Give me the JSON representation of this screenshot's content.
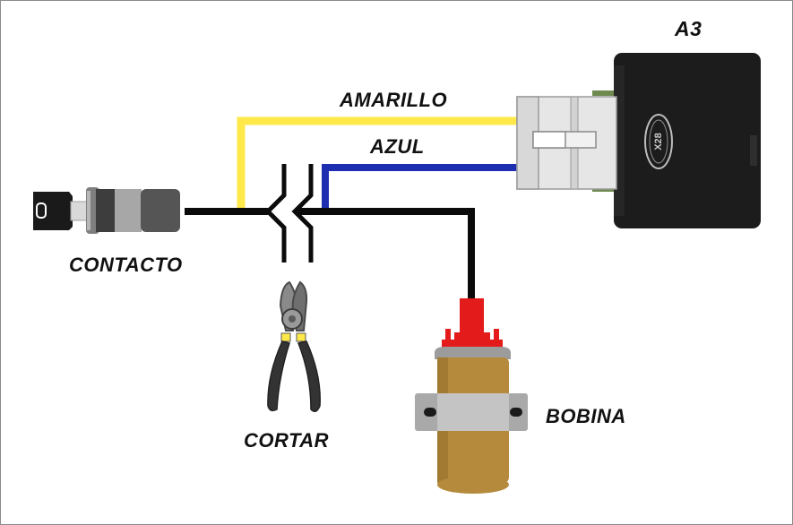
{
  "labels": {
    "device": "A3",
    "yellow_wire": "AMARILLO",
    "blue_wire": "AZUL",
    "ignition": "CONTACTO",
    "cut": "CORTAR",
    "coil": "BOBINA"
  },
  "device_logo_text": "X28",
  "colors": {
    "yellow_wire": "#ffe94a",
    "blue_wire": "#1d2fb0",
    "black_wire": "#0b0b0b",
    "device_body": "#1c1c1c",
    "connector": "#e6e6e6",
    "coil_body": "#b58a3c",
    "coil_cap": "#e31b1b",
    "coil_band": "#a9a9a9"
  },
  "icons": [
    "ignition-key-icon",
    "wire-cutter-icon",
    "ignition-coil-icon",
    "alarm-module-icon"
  ]
}
